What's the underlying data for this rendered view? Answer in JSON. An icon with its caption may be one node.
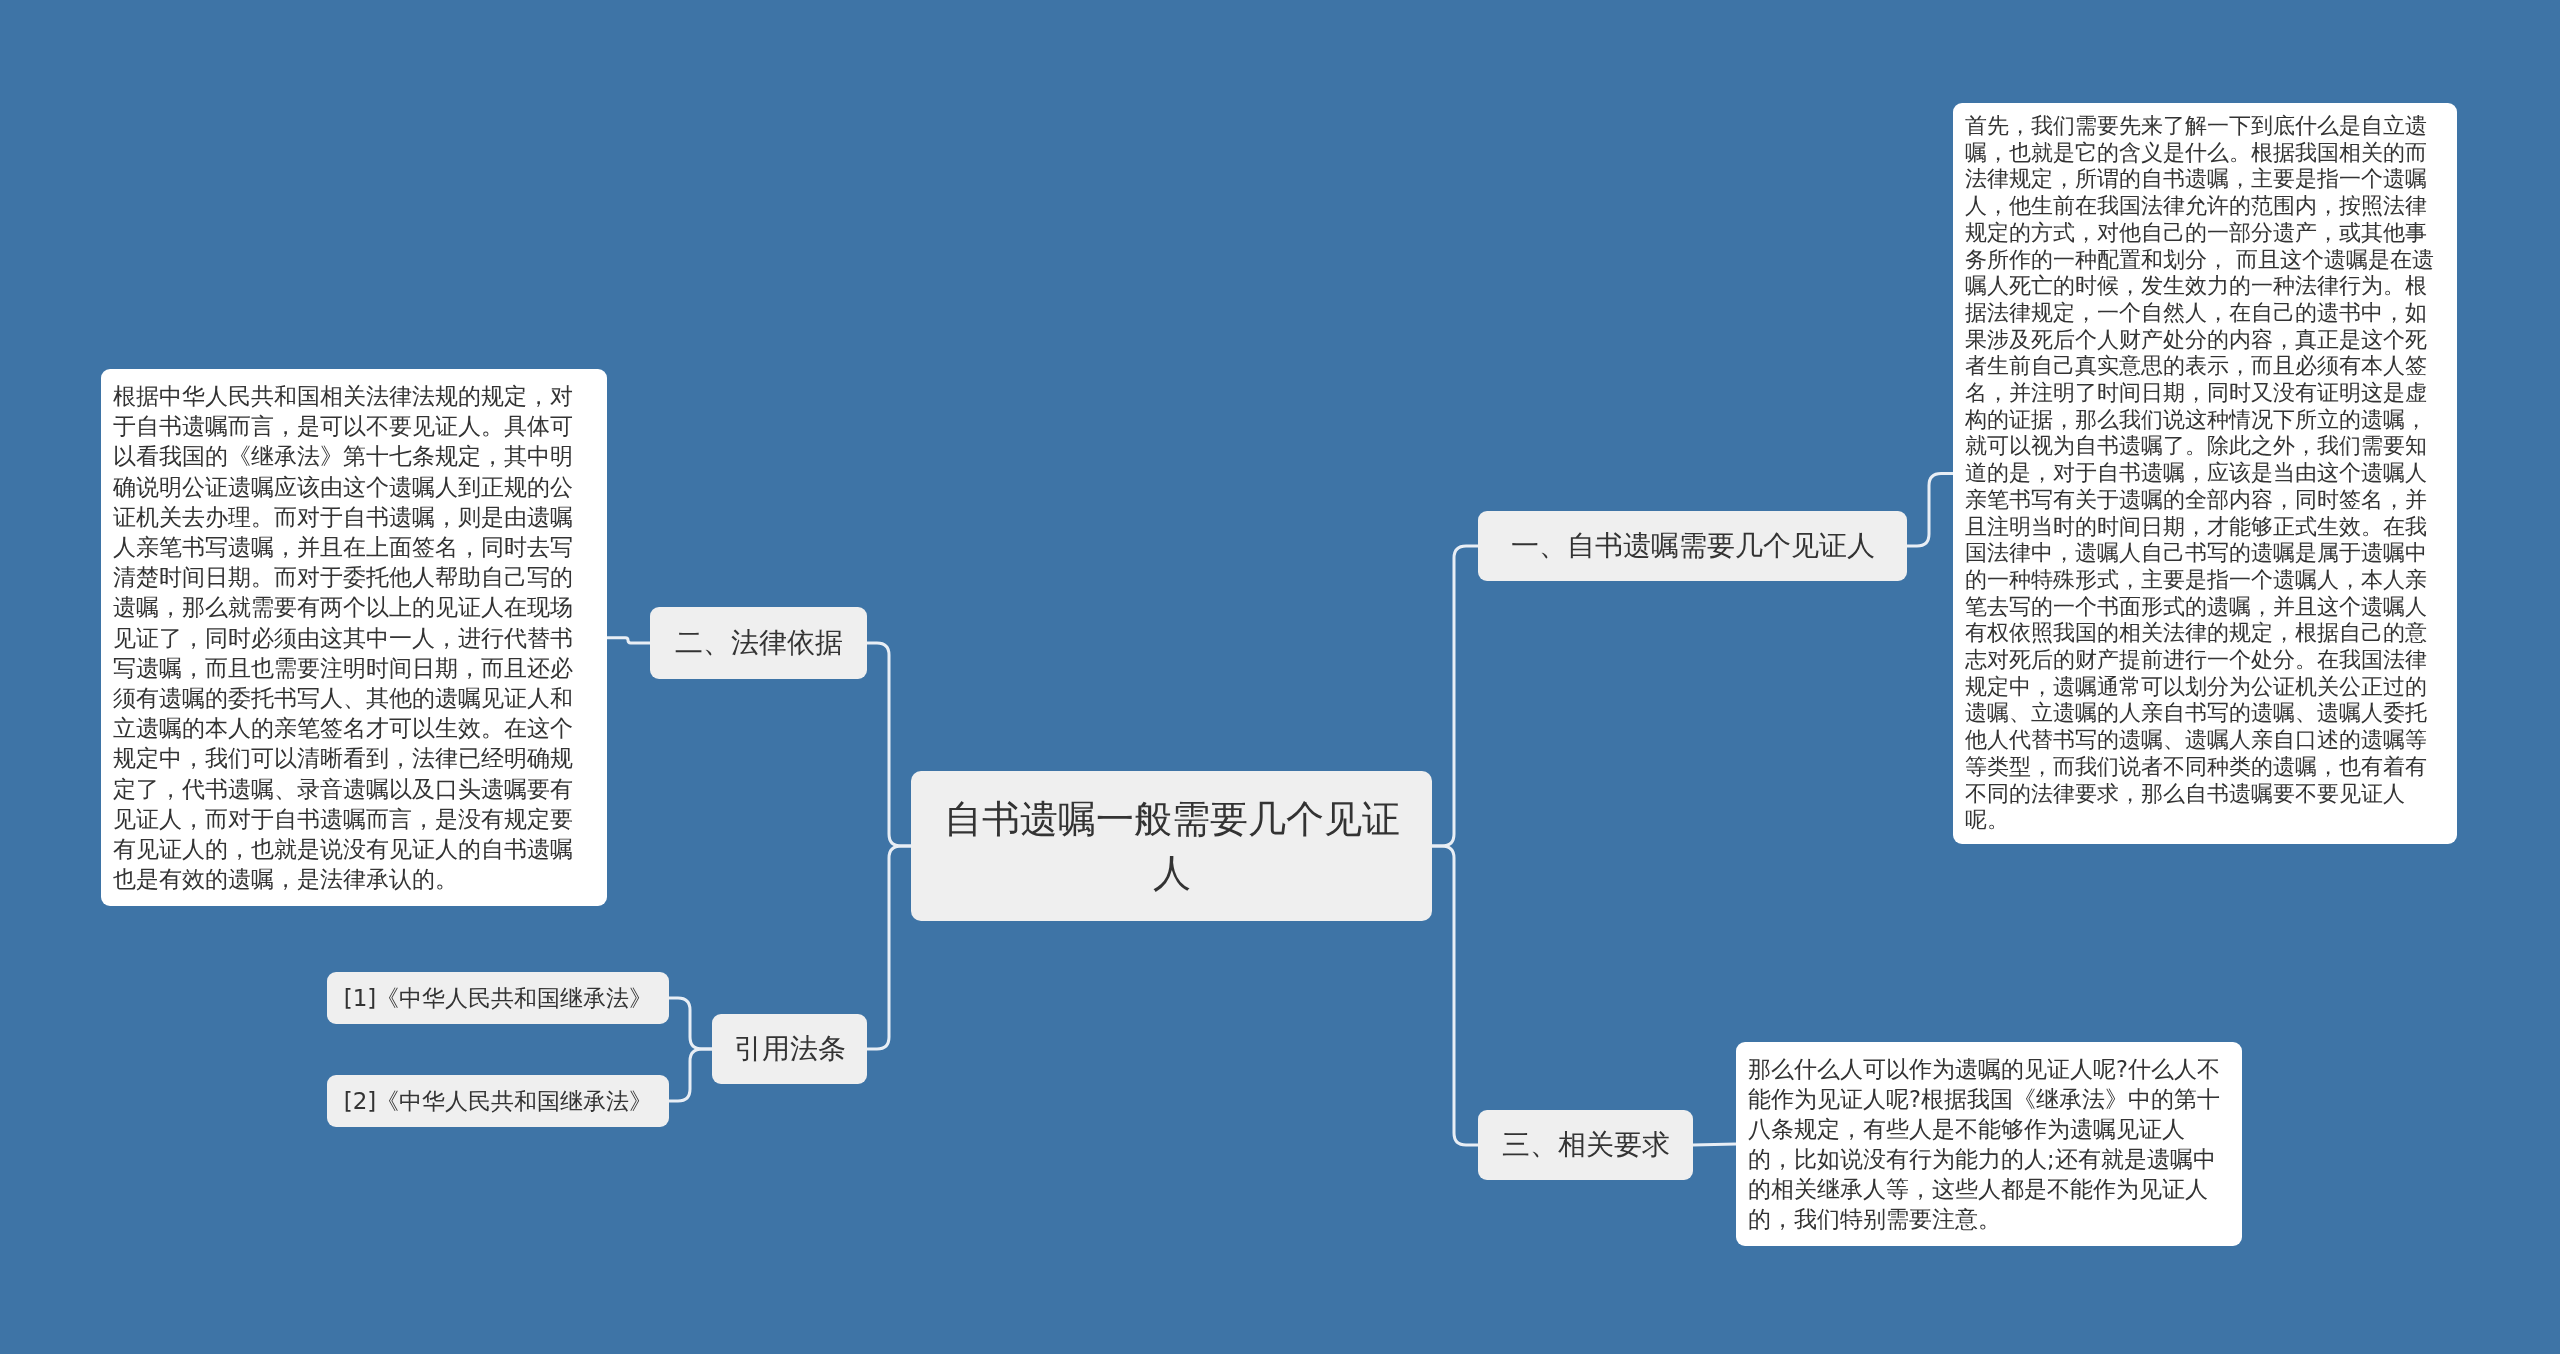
{
  "diagram": {
    "nodes": [
      {
        "text": [
          "自书遗嘱一般需要几个见证人"
        ]
      },
      {
        "text": [
          "一、自书遗嘱需要几个见证人"
        ]
      },
      {
        "text": [
          "首先，我们需要先来了解一下到底什么是自立遗嘱，也就是它的含义是什么。根据我国相关的而法律规定，所谓的自书遗嘱，主要是指一个遗嘱人，他生前在我国法律允许的范围内，按照法律规定的方式，对他自己的一部分遗产，或其他事务所作的一种配置和划分， 而且这个遗嘱是在遗嘱人死亡的时候，发生效力的一种法律行为。根据法律规定，一个自然人，在自己的遗书中，如果涉及死后个人财产处分的内容，真正是这个死者生前自己真实意思的表示，而且必须有本人签名，并注明了时间日期，同时又没有证明这是虚构的证据，那么我们说这种情况下所立的遗嘱，就可以视为自书遗嘱了。除此之外，我们需要知道的是，对于自书遗嘱，应该是当由这个遗嘱人亲笔书写有关于遗嘱的全部内容，同时签名，并且注明当时的时间日期，才能够正式生效。在我国法律中，遗嘱人自己书写的遗嘱是属于遗嘱中的一种特殊形式，主要是指一个遗嘱人，本人亲笔去写的一个书面形式的遗嘱，并且这个遗嘱人有权依照我国的相关法律的规定，根据自己的意志对死后的财产提前进行一个处分。在我国法律规定中，遗嘱通常可以划分为公证机关公正过的遗嘱、立遗嘱的人亲自书写的遗嘱、遗嘱人委托他人代替书写的遗嘱、遗嘱人亲自口述的遗嘱等等类型，而我们说者不同种类的遗嘱，也有着有不同的法律要求，那么自书遗嘱要不要见证人呢。"
        ]
      },
      {
        "text": [
          "三、相关要求"
        ]
      },
      {
        "text": [
          "那么什么人可以作为遗嘱的见证人呢?什么人不能作为见证人呢?根据我国《继承法》中的第十八条规定，有些人是不能够作为遗嘱见证人的，比如说没有行为能力的人;还有就是遗嘱中的相关继承人等，这些人都是不能作为见证人的，我们特别需要注意。"
        ]
      },
      {
        "text": [
          "二、法律依据"
        ]
      },
      {
        "text": [
          "根据中华人民共和国相关法律法规的规定，对于自书遗嘱而言，是可以不要见证人。具体可以看我国的《继承法》第十七条规定，其中明确说明公证遗嘱应该由这个遗嘱人到正规的公证机关去办理。而对于自书遗嘱，则是由遗嘱人亲笔书写遗嘱，并且在上面签名，同时去写清楚时间日期。而对于委托他人帮助自己写的遗嘱，那么就需要有两个以上的见证人在现场见证了，同时必须由这其中一人，进行代替书写遗嘱，而且也需要注明时间日期，而且还必须有遗嘱的委托书写人、其他的遗嘱见证人和立遗嘱的本人的亲笔签名才可以生效。在这个规定中，我们可以清晰看到，法律已经明确规定了，代书遗嘱、录音遗嘱以及口头遗嘱要有见证人，而对于自书遗嘱而言，是没有规定要有见证人的，也就是说没有见证人的自书遗嘱也是有效的遗嘱，是法律承认的。"
        ]
      },
      {
        "text": [
          "引用法条"
        ]
      },
      {
        "text": [
          "[1]《中华人民共和国继承法》"
        ]
      },
      {
        "text": [
          "[2]《中华人民共和国继承法》"
        ]
      }
    ],
    "edges": [
      {
        "from": 0,
        "to": 1,
        "arrow": "none"
      },
      {
        "from": 1,
        "to": 2,
        "arrow": "none"
      },
      {
        "from": 0,
        "to": 3,
        "arrow": "none"
      },
      {
        "from": 3,
        "to": 4,
        "arrow": "none"
      },
      {
        "from": 0,
        "to": 5,
        "arrow": "none"
      },
      {
        "from": 5,
        "to": 6,
        "arrow": "none"
      },
      {
        "from": 0,
        "to": 7,
        "arrow": "none"
      },
      {
        "from": 7,
        "to": 8,
        "arrow": "none"
      },
      {
        "from": 7,
        "to": 9,
        "arrow": "none"
      }
    ]
  }
}
